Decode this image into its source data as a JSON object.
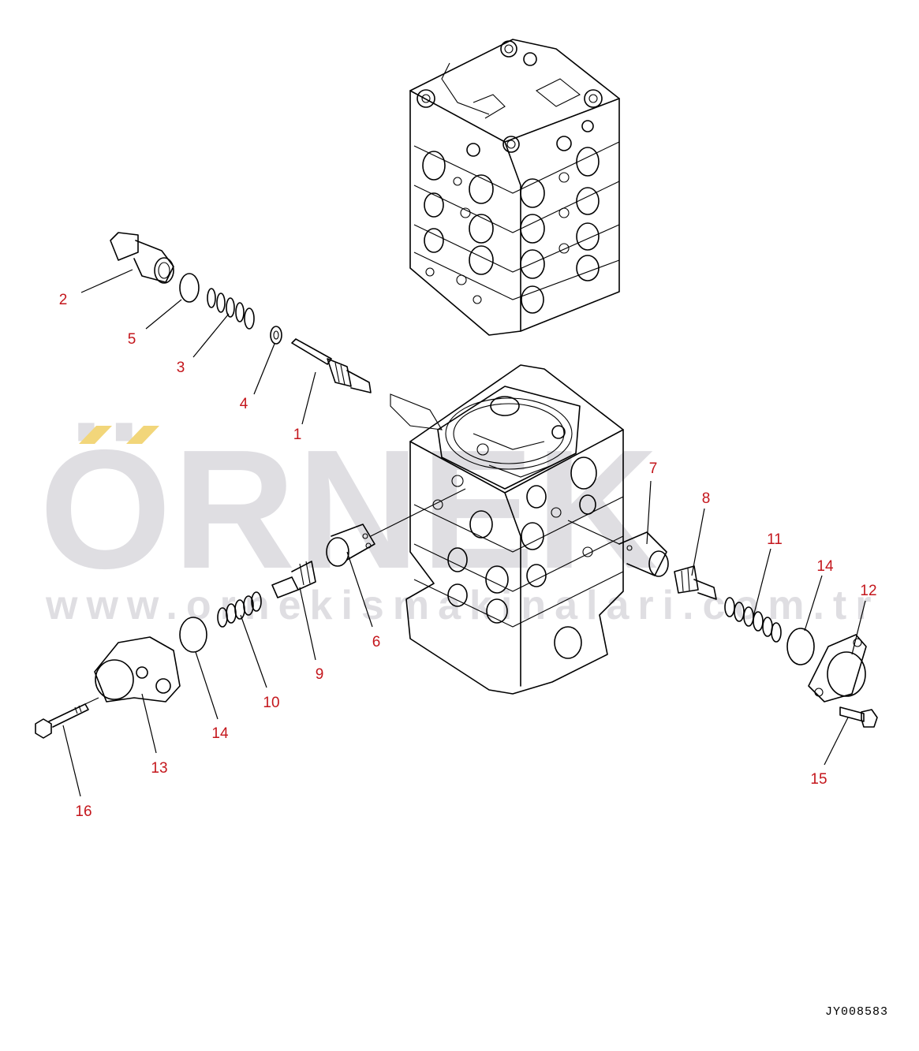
{
  "diagram": {
    "drawing_code": "JY008583",
    "watermark": {
      "brand": "ÖRNEK",
      "url": "www.ornekismakinalari.com.tr",
      "accent_color": "#f2d67a",
      "text_color": "#d8d7dc"
    },
    "callout_color": "#c4161c",
    "callouts": [
      "1",
      "2",
      "3",
      "4",
      "5",
      "6",
      "7",
      "8",
      "9",
      "10",
      "11",
      "12",
      "13",
      "14",
      "14",
      "15",
      "16"
    ]
  }
}
